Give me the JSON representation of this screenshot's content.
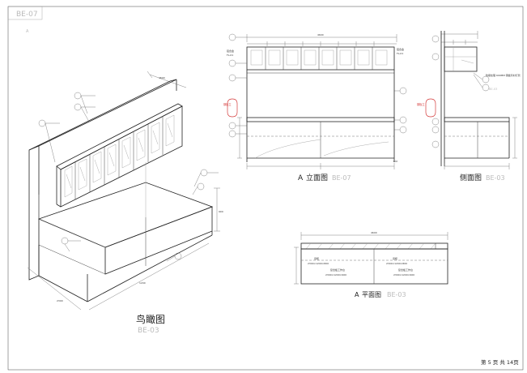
{
  "sheet": {
    "code_top": "BE-07",
    "code_top_sub": "A",
    "page_info": "第 5 页  共 14页"
  },
  "views": {
    "birdseye": {
      "title": "鸟瞰图",
      "code": "BE-03"
    },
    "elevation": {
      "prefix": "A",
      "title": "立面图",
      "code": "BE-07"
    },
    "side": {
      "title": "侧面图",
      "code": "BE-03"
    },
    "plan": {
      "prefix": "A",
      "title": "平面图",
      "code": "BE-03"
    }
  },
  "plan_labels": {
    "cabinet_left": "吊柜",
    "cabinet_left_dim": "2300×1200×800",
    "cabinet_right": "吊柜",
    "cabinet_right_dim": "2300×1200×800",
    "bench_left": "复合板工作台",
    "bench_left_dim": "2300×1200×900",
    "bench_right": "复合板工作台",
    "bench_right_dim": "2300×1200×900"
  },
  "elevation_notes": {
    "left_tag_1": "铝合金",
    "left_tag_2": "FL-01",
    "red_tag": "钢板立",
    "right_tag": "铝合金",
    "right_tag_2": "FL-01"
  },
  "side_notes": {
    "red_tag": "钢板立",
    "note_1": "防霉处理 600MM 钢板背衬灯管",
    "note_2": "BE-03"
  }
}
